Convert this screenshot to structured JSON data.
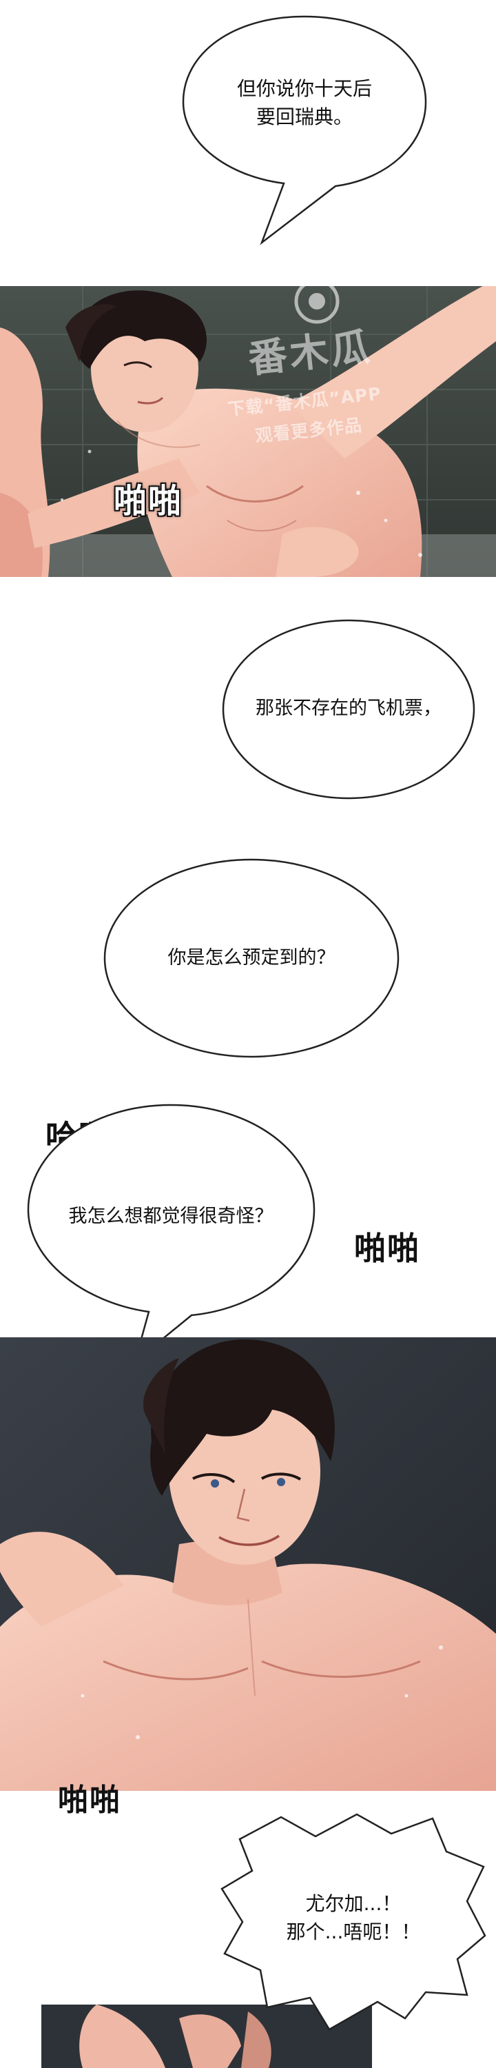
{
  "bubbles": {
    "b1": "但你说你十天后\n要回瑞典。",
    "b2": "那张不存在的飞机票，",
    "b3": "你是怎么预定到的？",
    "b4": "我怎么想都觉得很奇怪？",
    "b5": "尤尔加...！\n那个...唔呃！！"
  },
  "sfx": {
    "s1": "啪啪",
    "s2": "哈啊",
    "s3": "啪啪",
    "s4": "啪啪"
  },
  "watermark": {
    "title": "番木瓜",
    "line1": "下载“番木瓜”APP",
    "line2": "观看更多作品"
  },
  "colors": {
    "skin_light": "#f7c9b8",
    "skin_shadow": "#d98c7c",
    "hair": "#1e1514",
    "tile_bg": "#3c4440",
    "room_bg": "#2d3138"
  }
}
